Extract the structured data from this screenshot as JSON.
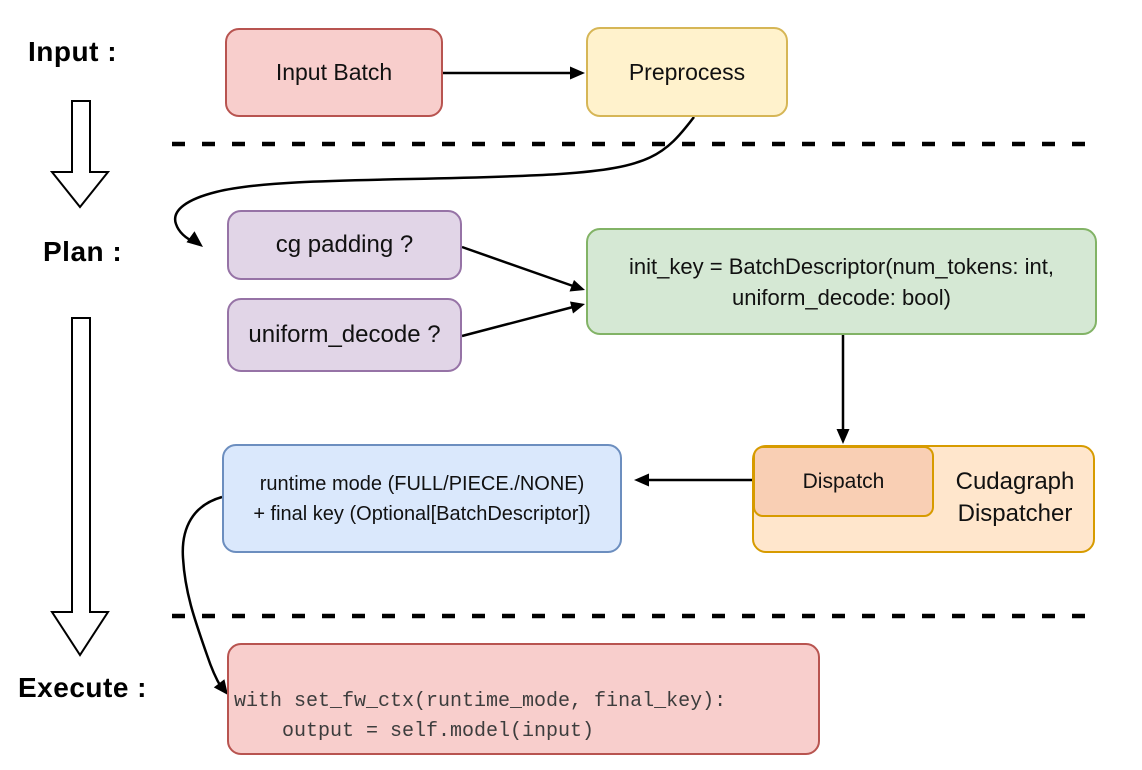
{
  "phases": {
    "input_label": "Input :",
    "plan_label": "Plan :",
    "execute_label": "Execute :"
  },
  "nodes": {
    "input_batch": {
      "label": "Input Batch",
      "fill": "#F8CECC",
      "stroke": "#B85450"
    },
    "preprocess": {
      "label": "Preprocess",
      "fill": "#FFF2CC",
      "stroke": "#D6B656"
    },
    "cg_padding": {
      "label": "cg padding ?",
      "fill": "#E1D5E7",
      "stroke": "#9673A6"
    },
    "uniform_decode": {
      "label": "uniform_decode ?",
      "fill": "#E1D5E7",
      "stroke": "#9673A6"
    },
    "init_key": {
      "label": "init_key = BatchDescriptor(num_tokens: int,\nuniform_decode: bool)",
      "fill": "#D5E8D4",
      "stroke": "#82B366"
    },
    "dispatch": {
      "label": "Dispatch",
      "fill": "#F9CFB4",
      "stroke": "#D79B00"
    },
    "cudagraph_dispatcher": {
      "label": "Cudagraph\nDispatcher",
      "fill": "#FFE6CC",
      "stroke": "#D79B00"
    },
    "runtime_mode": {
      "label": "runtime mode (FULL/PIECE./NONE)\n+ final key (Optional[BatchDescriptor])",
      "fill": "#DAE8FC",
      "stroke": "#6C8EBF"
    },
    "execute_code": {
      "label": "with set_fw_ctx(runtime_mode, final_key):\n    output = self.model(input)",
      "fill": "#F8CECC",
      "stroke": "#B85450"
    }
  },
  "style": {
    "edge_color": "#000000",
    "dashed_separator_color": "#000000",
    "text_color": "#111111",
    "code_text_color": "#3d3d3d"
  }
}
